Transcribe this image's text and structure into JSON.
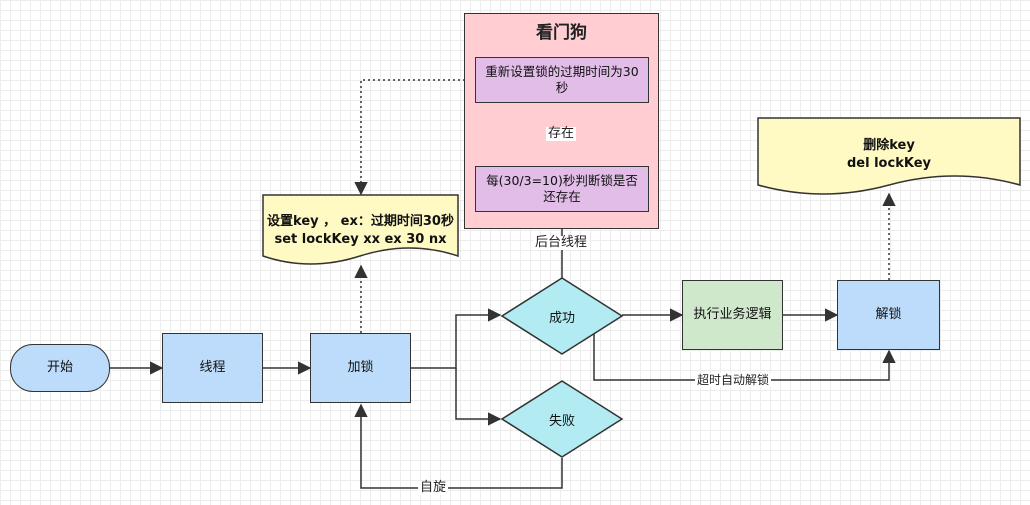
{
  "nodes": {
    "start": "开始",
    "thread": "线程",
    "lock": "加锁",
    "success": "成功",
    "fail": "失败",
    "business": "执行业务逻辑",
    "unlock": "解锁"
  },
  "set_note": {
    "line1": "设置key ， ex：过期时间30秒",
    "line2": "set lockKey xx ex 30 nx"
  },
  "del_note": {
    "line1": "删除key",
    "line2": "del lockKey"
  },
  "watchdog": {
    "title": "看门狗",
    "reset_expiry": "重新设置锁的过期时间为30秒",
    "check_lock": "每(30/3=10)秒判断锁是否还存在",
    "exists_label": "存在"
  },
  "edge_labels": {
    "background_thread": "后台线程",
    "timeout_unlock": "超时自动解锁",
    "spin": "自旋"
  },
  "colors": {
    "process": "#bddcfb",
    "business": "#cfe8cc",
    "decision": "#b2ebf2",
    "watchdog": "#ffcdd2",
    "watchdog_step": "#e1bde7",
    "note": "#fff9c4"
  }
}
